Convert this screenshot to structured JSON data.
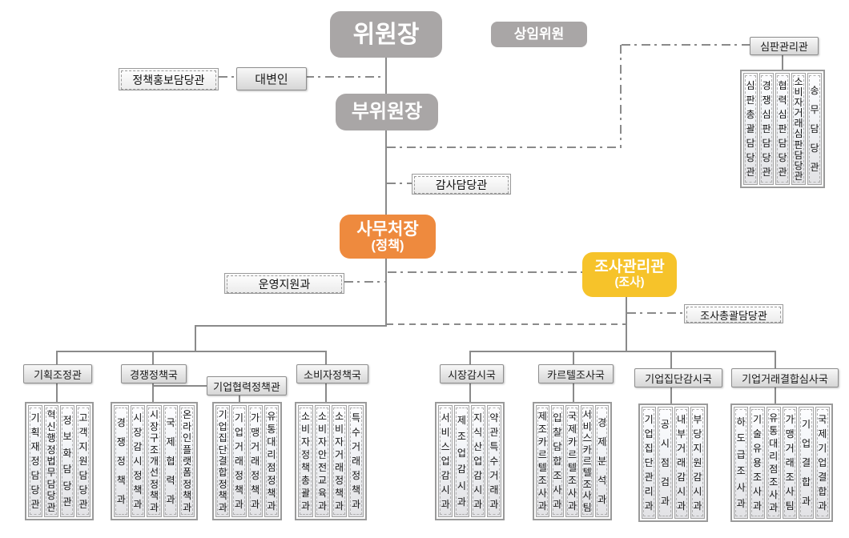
{
  "org": {
    "chairman": "위원장",
    "standing_commissioner": "상임위원",
    "vice_chairman": "부위원장",
    "policy_pr_officer": "정책홍보담당관",
    "spokesperson": "대변인",
    "audit_officer": "감사담당관",
    "secretary_general": {
      "title": "사무처장",
      "subtitle": "(정책)"
    },
    "operation_support": "운영지원과",
    "investigation_director": {
      "title": "조사관리관",
      "subtitle": "(조사)"
    },
    "investigation_general_officer": "조사총괄담당관",
    "groups": [
      {
        "label": "심판관리관",
        "items": [
          "심판총괄담당관",
          "경쟁심판담당관",
          "협력심판담당관",
          "소비자거래심판담당관",
          "송무담당관"
        ]
      },
      {
        "label": "기획조정관",
        "items": [
          "기획재정담당관",
          "혁신행정법무담당관",
          "정보화담당관",
          "고객지원담당관"
        ]
      },
      {
        "label": "경쟁정책국",
        "items": [
          "경쟁정책과",
          "시장감시정책과",
          "시장구조개선정책과",
          "국제협력과",
          "온라인플랫폼정책과"
        ]
      },
      {
        "label": "기업협력정책관",
        "items": [
          "기업집단결합정책과",
          "기업거래정책과",
          "가맹거래정책과",
          "유통대리점정책과"
        ]
      },
      {
        "label": "소비자정책국",
        "items": [
          "소비자정책총괄과",
          "소비자안전교육과",
          "소비자거래정책과",
          "특수거래정책과"
        ]
      },
      {
        "label": "시장감시국",
        "items": [
          "서비스업감시과",
          "제조업감시과",
          "지식산업감시과",
          "약관특수거래과"
        ]
      },
      {
        "label": "카르텔조사국",
        "items": [
          "제조카르텔조사과",
          "입찰담합조사과",
          "국제카르텔조사과",
          "서비스카르텔조사팀",
          "경제분석과"
        ]
      },
      {
        "label": "기업집단감시국",
        "items": [
          "기업집단관리과",
          "공시점검과",
          "내부거래감시과",
          "부당지원감시과"
        ]
      },
      {
        "label": "기업거래결합심사국",
        "items": [
          "하도급조사과",
          "기술유용조사과",
          "유통대리점조사과",
          "가맹거래조사팀",
          "기업결합과",
          "국제기업결합과"
        ]
      }
    ]
  },
  "colors": {
    "accent_orange": "#ee8a3e",
    "accent_yellow": "#f6c32a",
    "box_gray": "#a9a6a6",
    "line": "#8a8a8a"
  }
}
